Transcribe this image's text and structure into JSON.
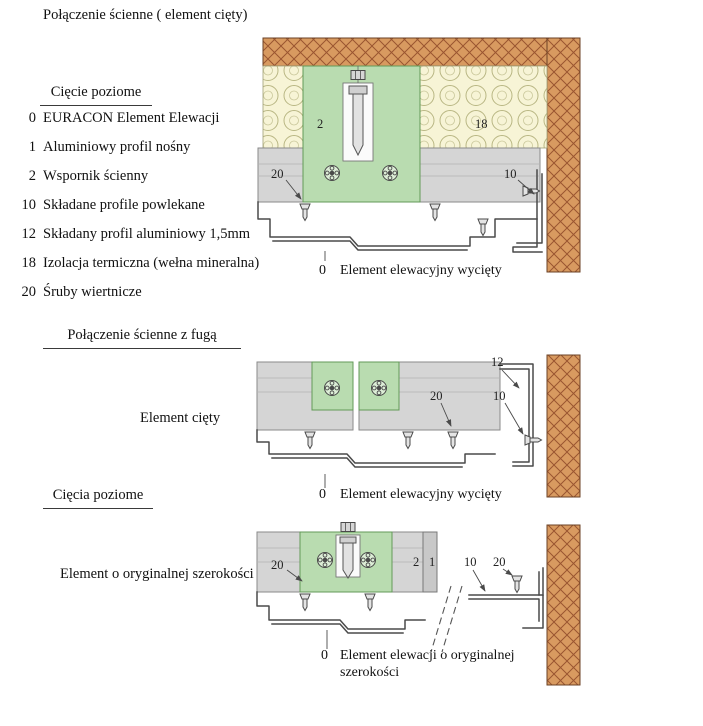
{
  "title": "Połączenie ścienne ( element cięty)",
  "legend": {
    "heading": "Cięcie poziome",
    "items": [
      {
        "num": "0",
        "label": "EURACON Element Elewacji"
      },
      {
        "num": "1",
        "label": "Aluminiowy profil nośny"
      },
      {
        "num": "2",
        "label": "Wspornik ścienny"
      },
      {
        "num": "10",
        "label": "Składane profile powlekane"
      },
      {
        "num": "12",
        "label": "Składany profil aluminiowy 1,5mm"
      },
      {
        "num": "18",
        "label": "Izolacja termiczna (wełna mineralna)"
      },
      {
        "num": "20",
        "label": "Śruby wiertnicze"
      }
    ]
  },
  "sections": {
    "joint_heading": "Połączenie ścienne z fugą",
    "cut_element_label": "Element cięty",
    "horizontal_cuts_heading": "Cięcia poziome",
    "original_width_label": "Element o oryginalnej szerokości"
  },
  "diagram1": {
    "callouts": {
      "bracket": "2",
      "insulation": "18",
      "screws": "20",
      "profile": "10"
    },
    "caption_num": "0",
    "caption": "Element elewacyjny wycięty"
  },
  "diagram2": {
    "callouts": {
      "alu_profile": "12",
      "screws": "20",
      "profile": "10"
    },
    "caption_num": "0",
    "caption": "Element elewacyjny wycięty"
  },
  "diagram3": {
    "callouts": {
      "screws_left": "20",
      "bracket": "2",
      "carrier_profile": "1",
      "profile": "10",
      "screws_right": "20"
    },
    "caption_num": "0",
    "caption_line1": "Element elewacji o oryginalnej",
    "caption_line2": "szerokości"
  },
  "colors": {
    "brick_fill": "#d89a60",
    "brick_hatch": "#9a5530",
    "insulation_fill": "#f7f4d6",
    "insulation_line": "#b9b784",
    "bracket_fill": "#b9dcb0",
    "bracket_line": "#639a58",
    "panel_fill": "#d5d5d5",
    "metal_line": "#4a4a4a"
  }
}
